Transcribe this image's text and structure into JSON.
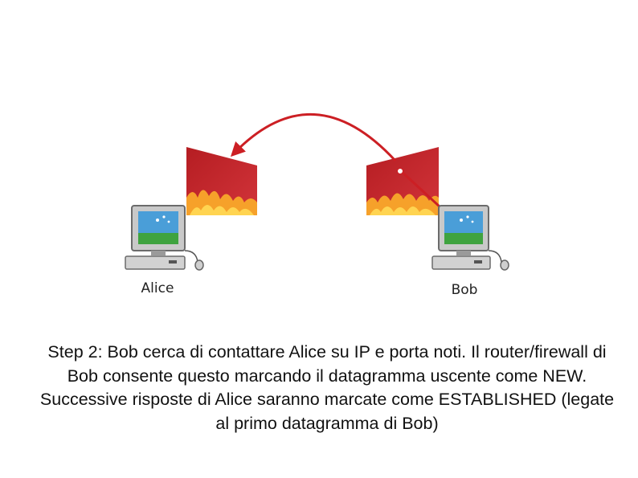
{
  "diagram": {
    "nodes": {
      "alice": {
        "label": "Alice"
      },
      "bob": {
        "label": "Bob"
      }
    },
    "colors": {
      "firewall": "#c8262a",
      "flame": "#f5a623",
      "arrow": "#cc1f24",
      "screen_sky": "#4a9ed8",
      "screen_ground": "#3fa33f"
    }
  },
  "caption": {
    "text": "Step 2: Bob cerca di contattare Alice su IP e porta noti. Il router/firewall di Bob consente questo marcando il datagramma uscente come NEW. Successive risposte di Alice saranno marcate come ESTABLISHED (legate al primo datagramma di Bob)"
  }
}
